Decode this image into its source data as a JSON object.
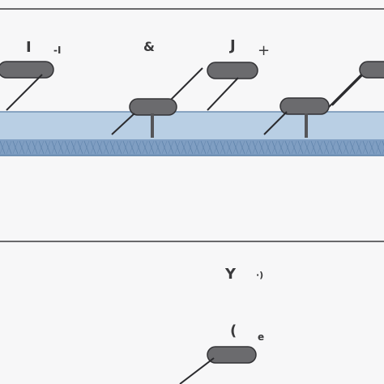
{
  "labels": {
    "top_1": "I",
    "top_2": "-I",
    "top_3": "&",
    "top_4": "J",
    "top_5": "+",
    "bottom_1": "Y",
    "bottom_2": "·)",
    "bottom_3": "(",
    "bottom_4": "e"
  },
  "colors": {
    "water": "#b9cfe4",
    "water_edge": "#6f8fb2",
    "water_floor": "#7f9ec2",
    "floor_hatch": "#5f82aa",
    "body_fill": "#6b6b6e",
    "body_stroke": "#333336",
    "line": "#2b2b2e",
    "rule": "#3a3a3c"
  }
}
